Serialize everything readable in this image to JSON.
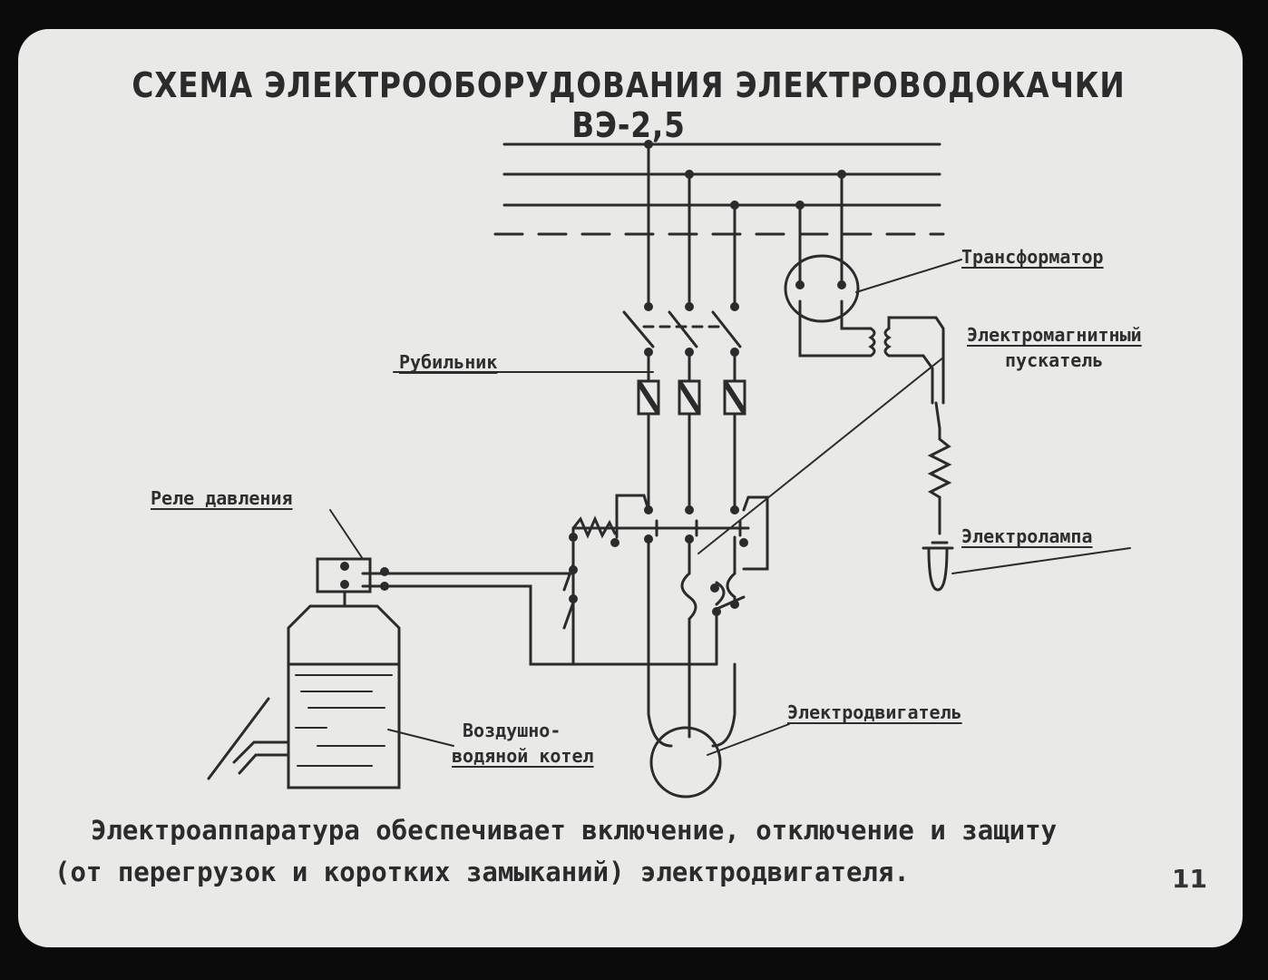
{
  "title": "СХЕМА ЭЛЕКТРООБОРУДОВАНИЯ ЭЛЕКТРОВОДОКАЧКИ ВЭ-2,5",
  "labels": {
    "transformer": "Трансформатор",
    "starter_line1": "Электромагнитный",
    "starter_line2": "пускатель",
    "switch": "Рубильник",
    "pressure_relay": "Реле давления",
    "lamp": "Электролампа",
    "motor": "Электродвигатель",
    "boiler_line1": "Воздушно-",
    "boiler_line2": "водяной котел"
  },
  "caption": {
    "line1": "Электроаппаратура обеспечивает включение, отключение и защиту",
    "line2": "(от перегрузок и коротких замыканий) электродвигателя."
  },
  "page_number": "11",
  "colors": {
    "paper": "#e9e9e7",
    "ink": "#2b2b2b",
    "frame": "#0b0b0b"
  }
}
